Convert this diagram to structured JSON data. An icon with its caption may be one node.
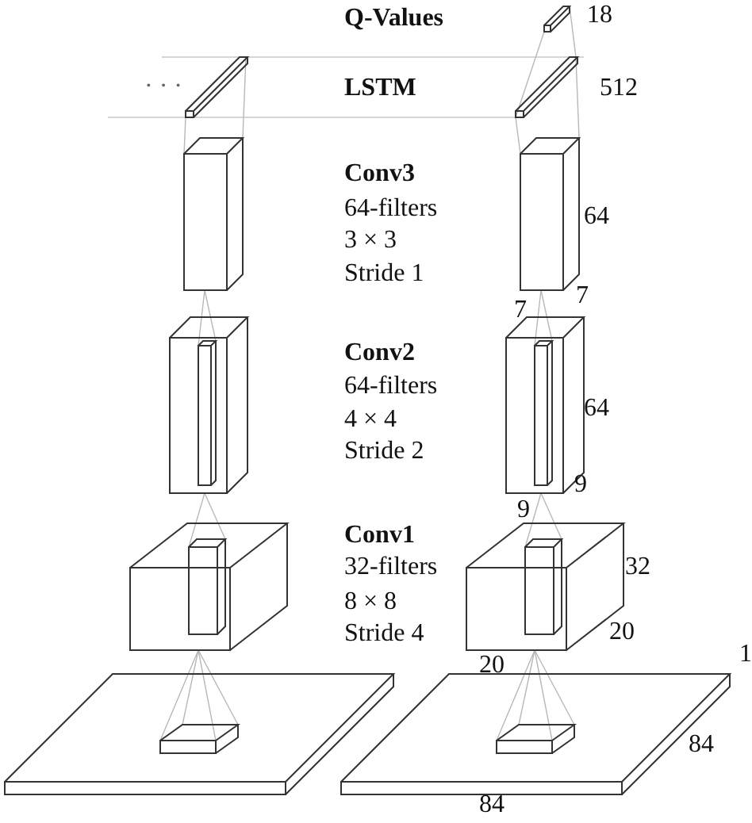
{
  "diagram": {
    "labels": [
      "Q-Values",
      "18",
      "· · ·",
      "LSTM",
      "512",
      "Conv3",
      "64-filters",
      "64",
      "3 × 3",
      "Stride 1",
      "7",
      "7",
      "Conv2",
      "64-filters",
      "4 × 4",
      "64",
      "Stride 2",
      "9",
      "9",
      "Conv1",
      "32-filters",
      "32",
      "8 × 8",
      "Stride 4",
      "20",
      "20",
      "1",
      "84",
      "84"
    ]
  }
}
